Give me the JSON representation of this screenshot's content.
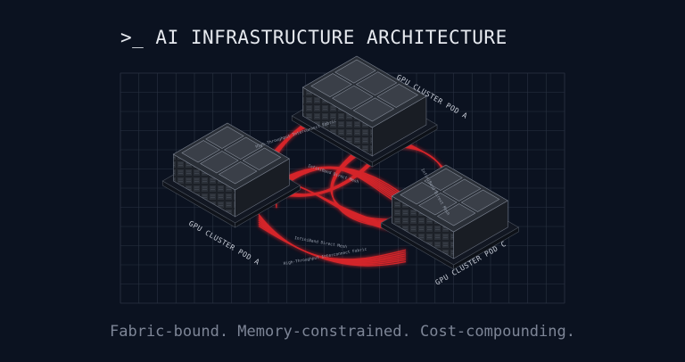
{
  "header": {
    "title": ">_ AI INFRASTRUCTURE ARCHITECTURE"
  },
  "pods": [
    {
      "label": "GPU CLUSTER POD A"
    },
    {
      "label": "GPU CLUSTER POD A"
    },
    {
      "label": "GPU CLUSTER POD C"
    }
  ],
  "links": [
    {
      "label": "High-Throughput Interconnect Fabric"
    },
    {
      "label": "InfiniBand Direct Mesh"
    },
    {
      "label": "InfiniBand Direct Mesh"
    },
    {
      "label": "High-Throughput Interconnect Fabric"
    },
    {
      "label": "InfiniBand Direct Mesh"
    }
  ],
  "tagline": "Fabric-bound. Memory-constrained. Cost-compounding.",
  "colors": {
    "background": "#0b1220",
    "link": "#e0282c",
    "grid": "#2a3242",
    "server": "#22262d"
  }
}
